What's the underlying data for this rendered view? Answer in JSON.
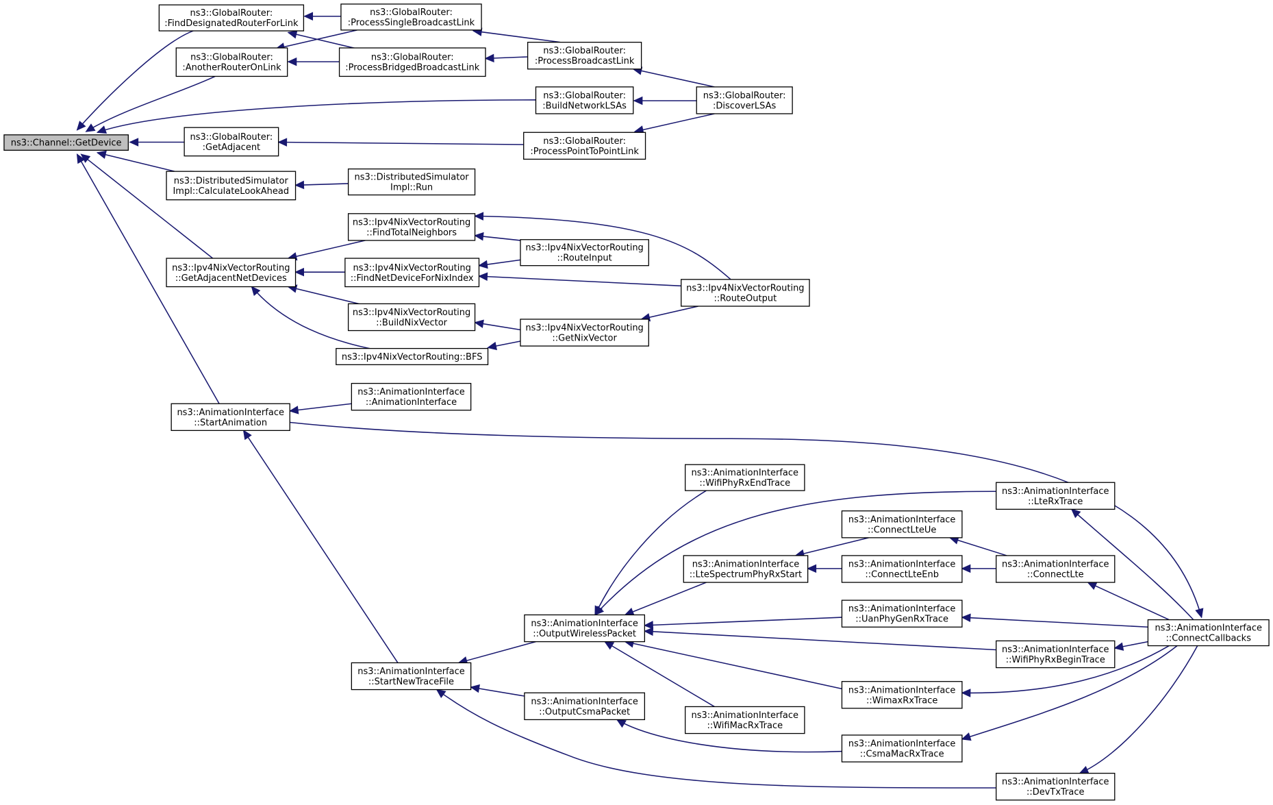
{
  "colors": {
    "edge": "#191970",
    "node_border": "#000000",
    "root_fill": "#bfbfbf",
    "background": "#ffffff"
  },
  "nodes": {
    "getdevice": [
      "ns3::Channel::GetDevice"
    ],
    "finddesignated": [
      "ns3::GlobalRouter:",
      ":FindDesignatedRouterForLink"
    ],
    "anotherrouter": [
      "ns3::GlobalRouter:",
      ":AnotherRouterOnLink"
    ],
    "processsinglebcast": [
      "ns3::GlobalRouter:",
      ":ProcessSingleBroadcastLink"
    ],
    "processbridged": [
      "ns3::GlobalRouter:",
      ":ProcessBridgedBroadcastLink"
    ],
    "processbcast": [
      "ns3::GlobalRouter:",
      ":ProcessBroadcastLink"
    ],
    "buildnetworklsas": [
      "ns3::GlobalRouter:",
      ":BuildNetworkLSAs"
    ],
    "discoverlsas": [
      "ns3::GlobalRouter:",
      ":DiscoverLSAs"
    ],
    "getadjacent": [
      "ns3::GlobalRouter:",
      ":GetAdjacent"
    ],
    "processp2p": [
      "ns3::GlobalRouter:",
      ":ProcessPointToPointLink"
    ],
    "calclookahead": [
      "ns3::DistributedSimulator",
      "Impl::CalculateLookAhead"
    ],
    "distrun": [
      "ns3::DistributedSimulator",
      "Impl::Run"
    ],
    "getadjnetdev": [
      "ns3::Ipv4NixVectorRouting",
      "::GetAdjacentNetDevices"
    ],
    "findtotalneigh": [
      "ns3::Ipv4NixVectorRouting",
      "::FindTotalNeighbors"
    ],
    "routeinput": [
      "ns3::Ipv4NixVectorRouting",
      "::RouteInput"
    ],
    "findnetdevnix": [
      "ns3::Ipv4NixVectorRouting",
      "::FindNetDeviceForNixIndex"
    ],
    "routeoutput": [
      "ns3::Ipv4NixVectorRouting",
      "::RouteOutput"
    ],
    "buildnixvector": [
      "ns3::Ipv4NixVectorRouting",
      "::BuildNixVector"
    ],
    "getnixvector": [
      "ns3::Ipv4NixVectorRouting",
      "::GetNixVector"
    ],
    "bfs": [
      "ns3::Ipv4NixVectorRouting::BFS"
    ],
    "startanimation": [
      "ns3::AnimationInterface",
      "::StartAnimation"
    ],
    "animctor": [
      "ns3::AnimationInterface",
      "::AnimationInterface"
    ],
    "connectcallbacks": [
      "ns3::AnimationInterface",
      "::ConnectCallbacks"
    ],
    "wifiphyrxend": [
      "ns3::AnimationInterface",
      "::WifiPhyRxEndTrace"
    ],
    "lterxtrace": [
      "ns3::AnimationInterface",
      "::LteRxTrace"
    ],
    "connectlteue": [
      "ns3::AnimationInterface",
      "::ConnectLteUe"
    ],
    "ltespectrum": [
      "ns3::AnimationInterface",
      "::LteSpectrumPhyRxStart"
    ],
    "connectlteenb": [
      "ns3::AnimationInterface",
      "::ConnectLteEnb"
    ],
    "connectlte": [
      "ns3::AnimationInterface",
      "::ConnectLte"
    ],
    "outputwireless": [
      "ns3::AnimationInterface",
      "::OutputWirelessPacket"
    ],
    "uanphygen": [
      "ns3::AnimationInterface",
      "::UanPhyGenRxTrace"
    ],
    "wifiphyrxbegin": [
      "ns3::AnimationInterface",
      "::WifiPhyRxBeginTrace"
    ],
    "startnewtrace": [
      "ns3::AnimationInterface",
      "::StartNewTraceFile"
    ],
    "wimaxrx": [
      "ns3::AnimationInterface",
      "::WimaxRxTrace"
    ],
    "outputcsma": [
      "ns3::AnimationInterface",
      "::OutputCsmaPacket"
    ],
    "wifimacrx": [
      "ns3::AnimationInterface",
      "::WifiMacRxTrace"
    ],
    "csmamacrx": [
      "ns3::AnimationInterface",
      "::CsmaMacRxTrace"
    ],
    "devtx": [
      "ns3::AnimationInterface",
      "::DevTxTrace"
    ]
  },
  "edges": [
    {
      "from": "finddesignated",
      "to": "getdevice"
    },
    {
      "from": "anotherrouter",
      "to": "getdevice"
    },
    {
      "from": "buildnetworklsas",
      "to": "getdevice"
    },
    {
      "from": "getadjacent",
      "to": "getdevice"
    },
    {
      "from": "calclookahead",
      "to": "getdevice"
    },
    {
      "from": "getadjnetdev",
      "to": "getdevice"
    },
    {
      "from": "startanimation",
      "to": "getdevice"
    },
    {
      "from": "processsinglebcast",
      "to": "finddesignated"
    },
    {
      "from": "processbridged",
      "to": "finddesignated"
    },
    {
      "from": "processsinglebcast",
      "to": "anotherrouter"
    },
    {
      "from": "processbridged",
      "to": "anotherrouter"
    },
    {
      "from": "processbcast",
      "to": "processsinglebcast"
    },
    {
      "from": "processbcast",
      "to": "processbridged"
    },
    {
      "from": "discoverlsas",
      "to": "processbcast"
    },
    {
      "from": "discoverlsas",
      "to": "buildnetworklsas"
    },
    {
      "from": "processp2p",
      "to": "getadjacent"
    },
    {
      "from": "discoverlsas",
      "to": "processp2p"
    },
    {
      "from": "distrun",
      "to": "calclookahead"
    },
    {
      "from": "findtotalneigh",
      "to": "getadjnetdev"
    },
    {
      "from": "findnetdevnix",
      "to": "getadjnetdev"
    },
    {
      "from": "buildnixvector",
      "to": "getadjnetdev"
    },
    {
      "from": "bfs",
      "to": "getadjnetdev"
    },
    {
      "from": "routeinput",
      "to": "findtotalneigh"
    },
    {
      "from": "routeoutput",
      "to": "findtotalneigh"
    },
    {
      "from": "routeinput",
      "to": "findnetdevnix"
    },
    {
      "from": "routeoutput",
      "to": "findnetdevnix"
    },
    {
      "from": "getnixvector",
      "to": "buildnixvector"
    },
    {
      "from": "getnixvector",
      "to": "bfs"
    },
    {
      "from": "routeoutput",
      "to": "getnixvector"
    },
    {
      "from": "animctor",
      "to": "startanimation"
    },
    {
      "from": "startnewtrace",
      "to": "startanimation"
    },
    {
      "from": "startanimation",
      "to": "connectcallbacks"
    },
    {
      "from": "outputwireless",
      "to": "startnewtrace"
    },
    {
      "from": "outputcsma",
      "to": "startnewtrace"
    },
    {
      "from": "devtx",
      "to": "startnewtrace"
    },
    {
      "from": "wifiphyrxend",
      "to": "outputwireless"
    },
    {
      "from": "lterxtrace",
      "to": "outputwireless"
    },
    {
      "from": "ltespectrum",
      "to": "outputwireless"
    },
    {
      "from": "uanphygen",
      "to": "outputwireless"
    },
    {
      "from": "wifiphyrxbegin",
      "to": "outputwireless"
    },
    {
      "from": "wimaxrx",
      "to": "outputwireless"
    },
    {
      "from": "wifimacrx",
      "to": "outputwireless"
    },
    {
      "from": "csmamacrx",
      "to": "outputcsma"
    },
    {
      "from": "connectlteue",
      "to": "ltespectrum"
    },
    {
      "from": "connectlteenb",
      "to": "ltespectrum"
    },
    {
      "from": "connectlte",
      "to": "connectlteue"
    },
    {
      "from": "connectlte",
      "to": "connectlteenb"
    },
    {
      "from": "connectcallbacks",
      "to": "lterxtrace"
    },
    {
      "from": "connectcallbacks",
      "to": "connectlte"
    },
    {
      "from": "connectcallbacks",
      "to": "uanphygen"
    },
    {
      "from": "connectcallbacks",
      "to": "wifiphyrxbegin"
    },
    {
      "from": "connectcallbacks",
      "to": "wimaxrx"
    },
    {
      "from": "connectcallbacks",
      "to": "csmamacrx"
    },
    {
      "from": "connectcallbacks",
      "to": "devtx"
    }
  ]
}
